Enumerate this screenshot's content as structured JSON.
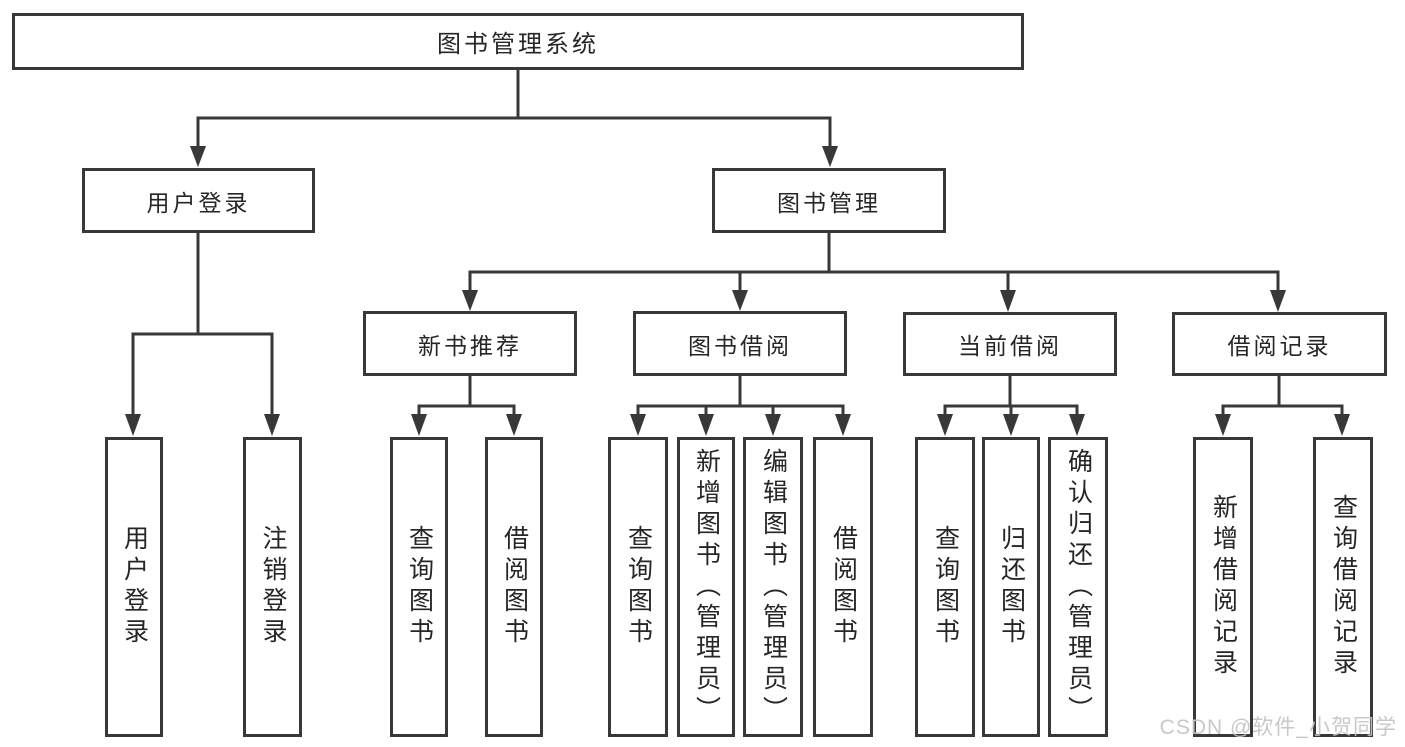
{
  "tree": {
    "root": {
      "label": "图书管理系统",
      "children": [
        {
          "label": "用户登录",
          "children": [
            {
              "label": "用户登录"
            },
            {
              "label": "注销登录"
            }
          ]
        },
        {
          "label": "图书管理",
          "children": [
            {
              "label": "新书推荐",
              "children": [
                {
                  "label": "查询图书"
                },
                {
                  "label": "借阅图书"
                }
              ]
            },
            {
              "label": "图书借阅",
              "children": [
                {
                  "label": "查询图书"
                },
                {
                  "label": "新增图书（管理员）"
                },
                {
                  "label": "编辑图书（管理员）"
                },
                {
                  "label": "借阅图书"
                }
              ]
            },
            {
              "label": "当前借阅",
              "children": [
                {
                  "label": "查询图书"
                },
                {
                  "label": "归还图书"
                },
                {
                  "label": "确认归还（管理员）"
                }
              ]
            },
            {
              "label": "借阅记录",
              "children": [
                {
                  "label": "新增借阅记录"
                },
                {
                  "label": "查询借阅记录"
                }
              ]
            }
          ]
        }
      ]
    }
  },
  "watermark": {
    "text": "CSDN @软件_小贺同学"
  },
  "colors": {
    "line": "#383838",
    "border": "#383838",
    "text": "#262626",
    "watermark": "#c6c3c3",
    "background": "#ffffff"
  }
}
